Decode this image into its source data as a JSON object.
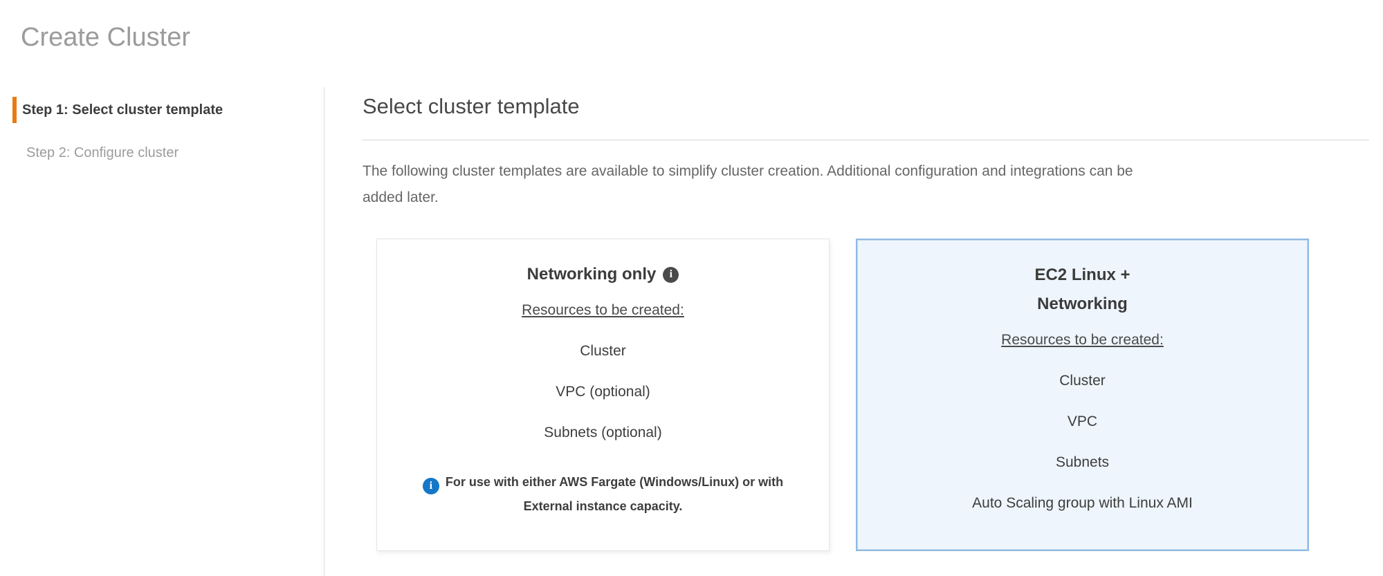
{
  "page": {
    "title": "Create Cluster"
  },
  "steps": [
    {
      "label": "Step 1: Select cluster template",
      "active": true
    },
    {
      "label": "Step 2: Configure cluster",
      "active": false
    }
  ],
  "main": {
    "heading": "Select cluster template",
    "description_lines": [
      "The following cluster templates are available to simplify cluster creation. Additional configuration and integrations can be",
      "added later."
    ],
    "cards": [
      {
        "title": "Networking only",
        "info_icon": "info-icon",
        "resources_label": "Resources to be created:",
        "resources": [
          "Cluster",
          "VPC (optional)",
          "Subnets (optional)"
        ],
        "note": "For use with either AWS Fargate (Windows/Linux) or with External instance capacity.",
        "selected": false
      },
      {
        "title": "EC2 Linux +\nNetworking",
        "resources_label": "Resources to be created:",
        "resources": [
          "Cluster",
          "VPC",
          "Subnets",
          "Auto Scaling group with Linux AMI"
        ],
        "selected": true
      }
    ]
  },
  "icons": {
    "title_info": "i",
    "note_info": "i"
  },
  "colors": {
    "accent_orange": "#e87b11",
    "selected_card_bg": "#eef5fc",
    "selected_card_border": "#90b9e2",
    "info_blue": "#1577c8",
    "muted_gray": "#9b9b9b"
  }
}
